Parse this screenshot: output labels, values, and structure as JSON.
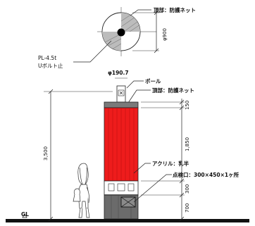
{
  "labels": {
    "top_view_net": "頂部：防護ネット",
    "diameter_top": "φ900",
    "plate": "PL-4.5t",
    "ubolt": "Uボルト止",
    "pole_diameter": "φ190.7",
    "pole": "ポール",
    "elev_net": "頂部：防護ネット",
    "acrylic": "アクリル：乳半",
    "inspection": "点検口：300×450×1ヶ所",
    "ground": "GL"
  },
  "dimensions": {
    "total_height": "3,500",
    "top_band": "150",
    "panel": "1,850",
    "lower_band": "300",
    "base": "700"
  },
  "colors": {
    "panel": "#ee1c1c",
    "panel_dark": "#b00000",
    "base": "#6b6b6b",
    "ground": "#111111"
  }
}
